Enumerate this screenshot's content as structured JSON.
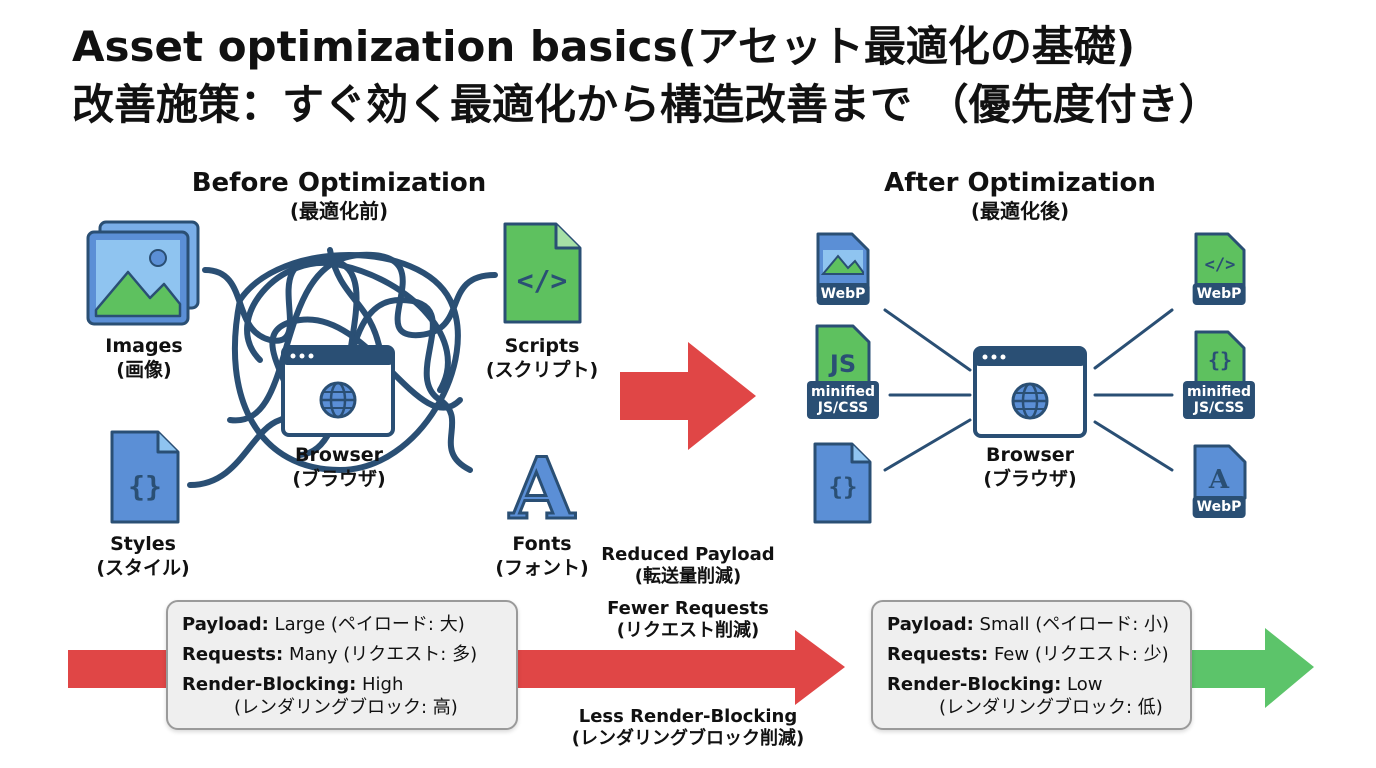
{
  "title": {
    "line1": "Asset optimization basics(アセット最適化の基礎)",
    "line2": "改善施策：すぐ効く最適化から構造改善まで （優先度付き）"
  },
  "before": {
    "heading": "Before Optimization",
    "heading_sub": "(最適化前)",
    "images": {
      "label": "Images",
      "sub": "(画像)"
    },
    "styles": {
      "label": "Styles",
      "sub": "(スタイル)"
    },
    "scripts": {
      "label": "Scripts",
      "sub": "(スクリプト)"
    },
    "fonts": {
      "label": "Fonts",
      "sub": "(フォント)"
    },
    "browser": {
      "label": "Browser",
      "sub": "(ブラウザ)"
    }
  },
  "after": {
    "heading": "After Optimization",
    "heading_sub": "(最適化後)",
    "browser": {
      "label": "Browser",
      "sub": "(ブラウザ)"
    },
    "tags": {
      "left_image": "WebP",
      "left_js": "minified\nJS/CSS",
      "right_script": "WebP",
      "right_css": "minified\nJS/CSS",
      "right_font": "WebP"
    }
  },
  "improvements": [
    {
      "label": "Reduced Payload",
      "sub": "(転送量削減)"
    },
    {
      "label": "Fewer Requests",
      "sub": "(リクエスト削減)"
    },
    {
      "label": "Less Render-Blocking",
      "sub": "(レンダリングブロック削減)"
    }
  ],
  "before_box": {
    "payload_key": "Payload:",
    "payload_val": " Large (ペイロード: 大)",
    "requests_key": "Requests:",
    "requests_val": " Many (リクエスト: 多)",
    "render_key": "Render-Blocking:",
    "render_val": " High",
    "render_sub": "(レンダリングブロック: 高)"
  },
  "after_box": {
    "payload_key": "Payload:",
    "payload_val": " Small (ペイロード: 小)",
    "requests_key": "Requests:",
    "requests_val": " Few (リクエスト: 少)",
    "render_key": "Render-Blocking:",
    "render_val": " Low",
    "render_sub": "(レンダリングブロック: 低)"
  },
  "icons": {
    "image": "image-icon",
    "css": "css-braces-icon",
    "script": "code-icon",
    "font": "font-a-icon",
    "browser": "browser-globe-icon",
    "js": "js-icon"
  },
  "colors": {
    "navy": "#2a4f74",
    "blue": "#5b8fd6",
    "green": "#5ec15f",
    "red": "#e04646",
    "arrow_green": "#5cc46a"
  }
}
